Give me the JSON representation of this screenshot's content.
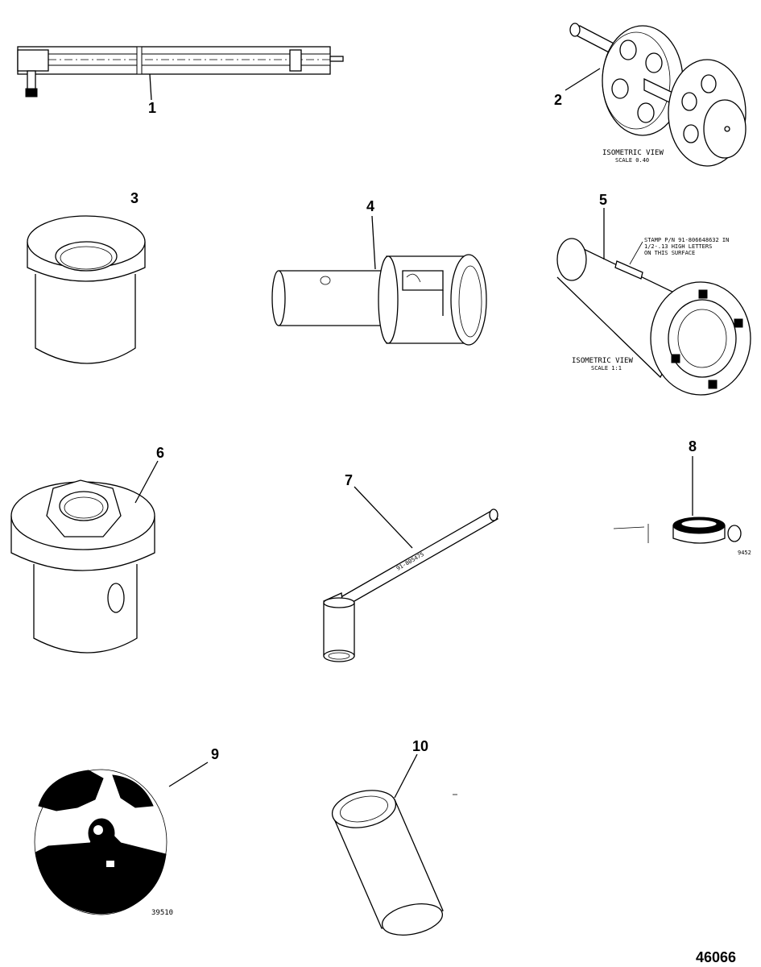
{
  "callouts": [
    "1",
    "2",
    "3",
    "4",
    "5",
    "6",
    "7",
    "8",
    "9",
    "10"
  ],
  "tool2": {
    "view_title": "ISOMETRIC VIEW",
    "scale": "SCALE 0.40"
  },
  "tool5": {
    "view_title": "ISOMETRIC VIEW",
    "scale": "SCALE 1:1",
    "note_line1": "STAMP P/N 91-806648632 IN",
    "note_line2": "1/2-.13 HIGH LETTERS",
    "note_line3": "ON THIS SURFACE"
  },
  "tool7": {
    "part_stamp": "91-805475"
  },
  "tool8": {
    "small_ref": "9452"
  },
  "tool9": {
    "small_ref": "39510"
  },
  "figure_number": "46066"
}
